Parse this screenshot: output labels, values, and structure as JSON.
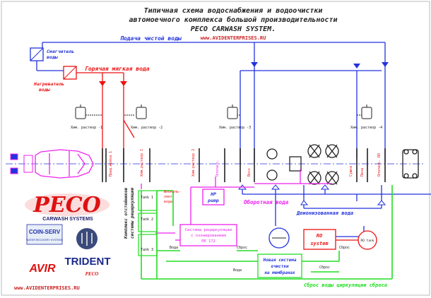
{
  "title": {
    "line1": "Типичная схема водоснабжения и водоочистки",
    "line2": "автомоечного комплекса большой производительности",
    "line3": "PECO CARWASH SYSTEM.",
    "url": "www.AVIDENTERPRISES.RU"
  },
  "flows": {
    "clean_water": "Подача чистой воды",
    "hot_soft_water": "Горячая мягкая вода",
    "recycled_water": "Оборотная вода",
    "deionized_water": "Деионизованная вода",
    "drain_recirc": "Сброс воды циркуляции сброса"
  },
  "equipment": {
    "softener_l1": "Смягчитель",
    "softener_l2": "воды",
    "heater_l1": "Нагреватель",
    "heater_l2": "воды",
    "hp_pump_l1": "HP",
    "hp_pump_l2": "pump",
    "recirc_l1": "Система рециркуляции",
    "recirc_l2": "с озонированием",
    "recirc_l3": "PR 172",
    "membrane_l1": "Новая система",
    "membrane_l2": "очистки",
    "membrane_l3": "на мембранах",
    "ro_l1": "RO",
    "ro_l2": "system",
    "ro_tank": "RO tank",
    "settling_l1": "Комплекс отстойников",
    "settling_l2": "системы рециркуляции",
    "tank1": "Tank 1",
    "tank2": "Tank 2",
    "tank3": "Tank 3",
    "flocculant_l1": "Флокуль-",
    "flocculant_l2": "лянт",
    "flocculant_l3": "вода",
    "water_word": "Вода",
    "drain_word": "Сброс"
  },
  "dosing": [
    "Хим. раствор -1",
    "Хим. раствор -2",
    "Хим. раствор -3",
    "Хим. раствор -4"
  ],
  "arches": [
    "Пред.мойка 1",
    "Хим.раствор 1",
    "Хим.раствор 2",
    "Ополаск.",
    "Воск",
    "Сушка",
    "Пена",
    "Ополаск. RO"
  ],
  "logos": {
    "peco": "PECO",
    "peco_sub": "CARWASH SYSTEMS",
    "coinserv": "COIN-SERV",
    "coinserv_sub": "WATER RECOVERY SYSTEMS",
    "avir": "AVIR",
    "trident": "TRIDENT",
    "small_peco": "PECO"
  },
  "footer_url": "www.AVIDENTERPRISES.RU",
  "colors": {
    "blue": "#2233dd",
    "red": "#ee1111",
    "magenta": "#ee22ee",
    "green": "#22dd22",
    "dark": "#222222"
  }
}
